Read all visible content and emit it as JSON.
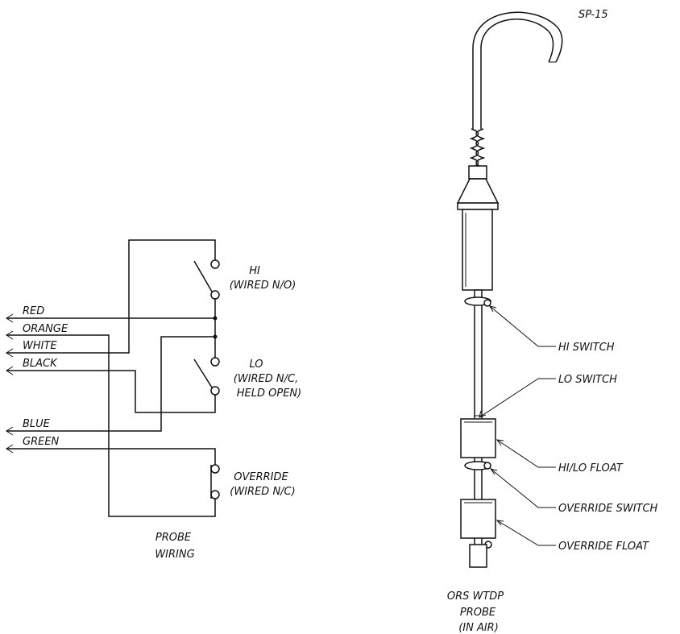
{
  "drawing_number": "SP-15",
  "wiring": {
    "wires": [
      "RED",
      "ORANGE",
      "WHITE",
      "BLACK",
      "BLUE",
      "GREEN"
    ],
    "switches": {
      "hi": [
        "HI",
        "(WIRED N/O)"
      ],
      "lo": [
        "LO",
        "(WIRED N/C,",
        "HELD OPEN)"
      ],
      "override": [
        "OVERRIDE",
        "(WIRED N/C)"
      ]
    },
    "caption": [
      "PROBE",
      "WIRING"
    ]
  },
  "probe": {
    "callouts": [
      "HI SWITCH",
      "LO SWITCH",
      "HI/LO FLOAT",
      "OVERRIDE SWITCH",
      "OVERRIDE FLOAT"
    ],
    "caption": [
      "ORS WTDP",
      "PROBE",
      "(IN AIR)"
    ]
  }
}
